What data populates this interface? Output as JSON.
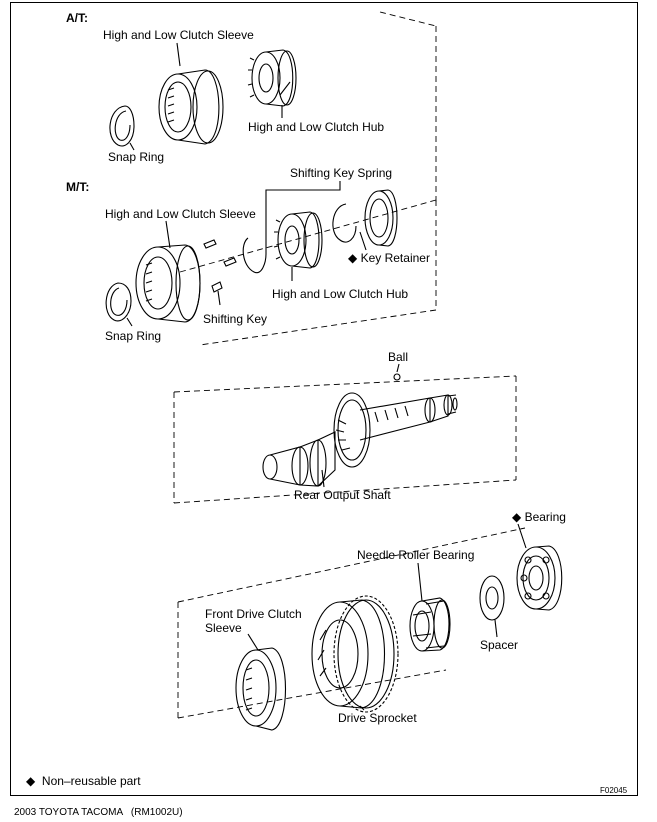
{
  "sections": {
    "at": "A/T:",
    "mt": "M/T:"
  },
  "labels": {
    "at_sleeve": "High and Low Clutch Sleeve",
    "at_hub": "High and Low Clutch Hub",
    "at_snap_ring": "Snap Ring",
    "mt_key_spring": "Shifting Key Spring",
    "mt_sleeve": "High and Low Clutch Sleeve",
    "mt_key_retainer": "Key Retainer",
    "mt_hub": "High and Low Clutch Hub",
    "mt_shifting_key": "Shifting Key",
    "mt_snap_ring": "Snap Ring",
    "ball": "Ball",
    "rear_output_shaft": "Rear Output Shaft",
    "bearing": "Bearing",
    "needle_roller_bearing": "Needle Roller Bearing",
    "front_drive_clutch_sleeve_line1": "Front Drive Clutch",
    "front_drive_clutch_sleeve_line2": "Sleeve",
    "spacer": "Spacer",
    "drive_sprocket": "Drive Sprocket"
  },
  "legend": {
    "symbol": "◆",
    "text": "Non–reusable part"
  },
  "figure_code": "F02045",
  "footer": {
    "text": "2003 TOYOTA TACOMA   (RM1002U)"
  }
}
